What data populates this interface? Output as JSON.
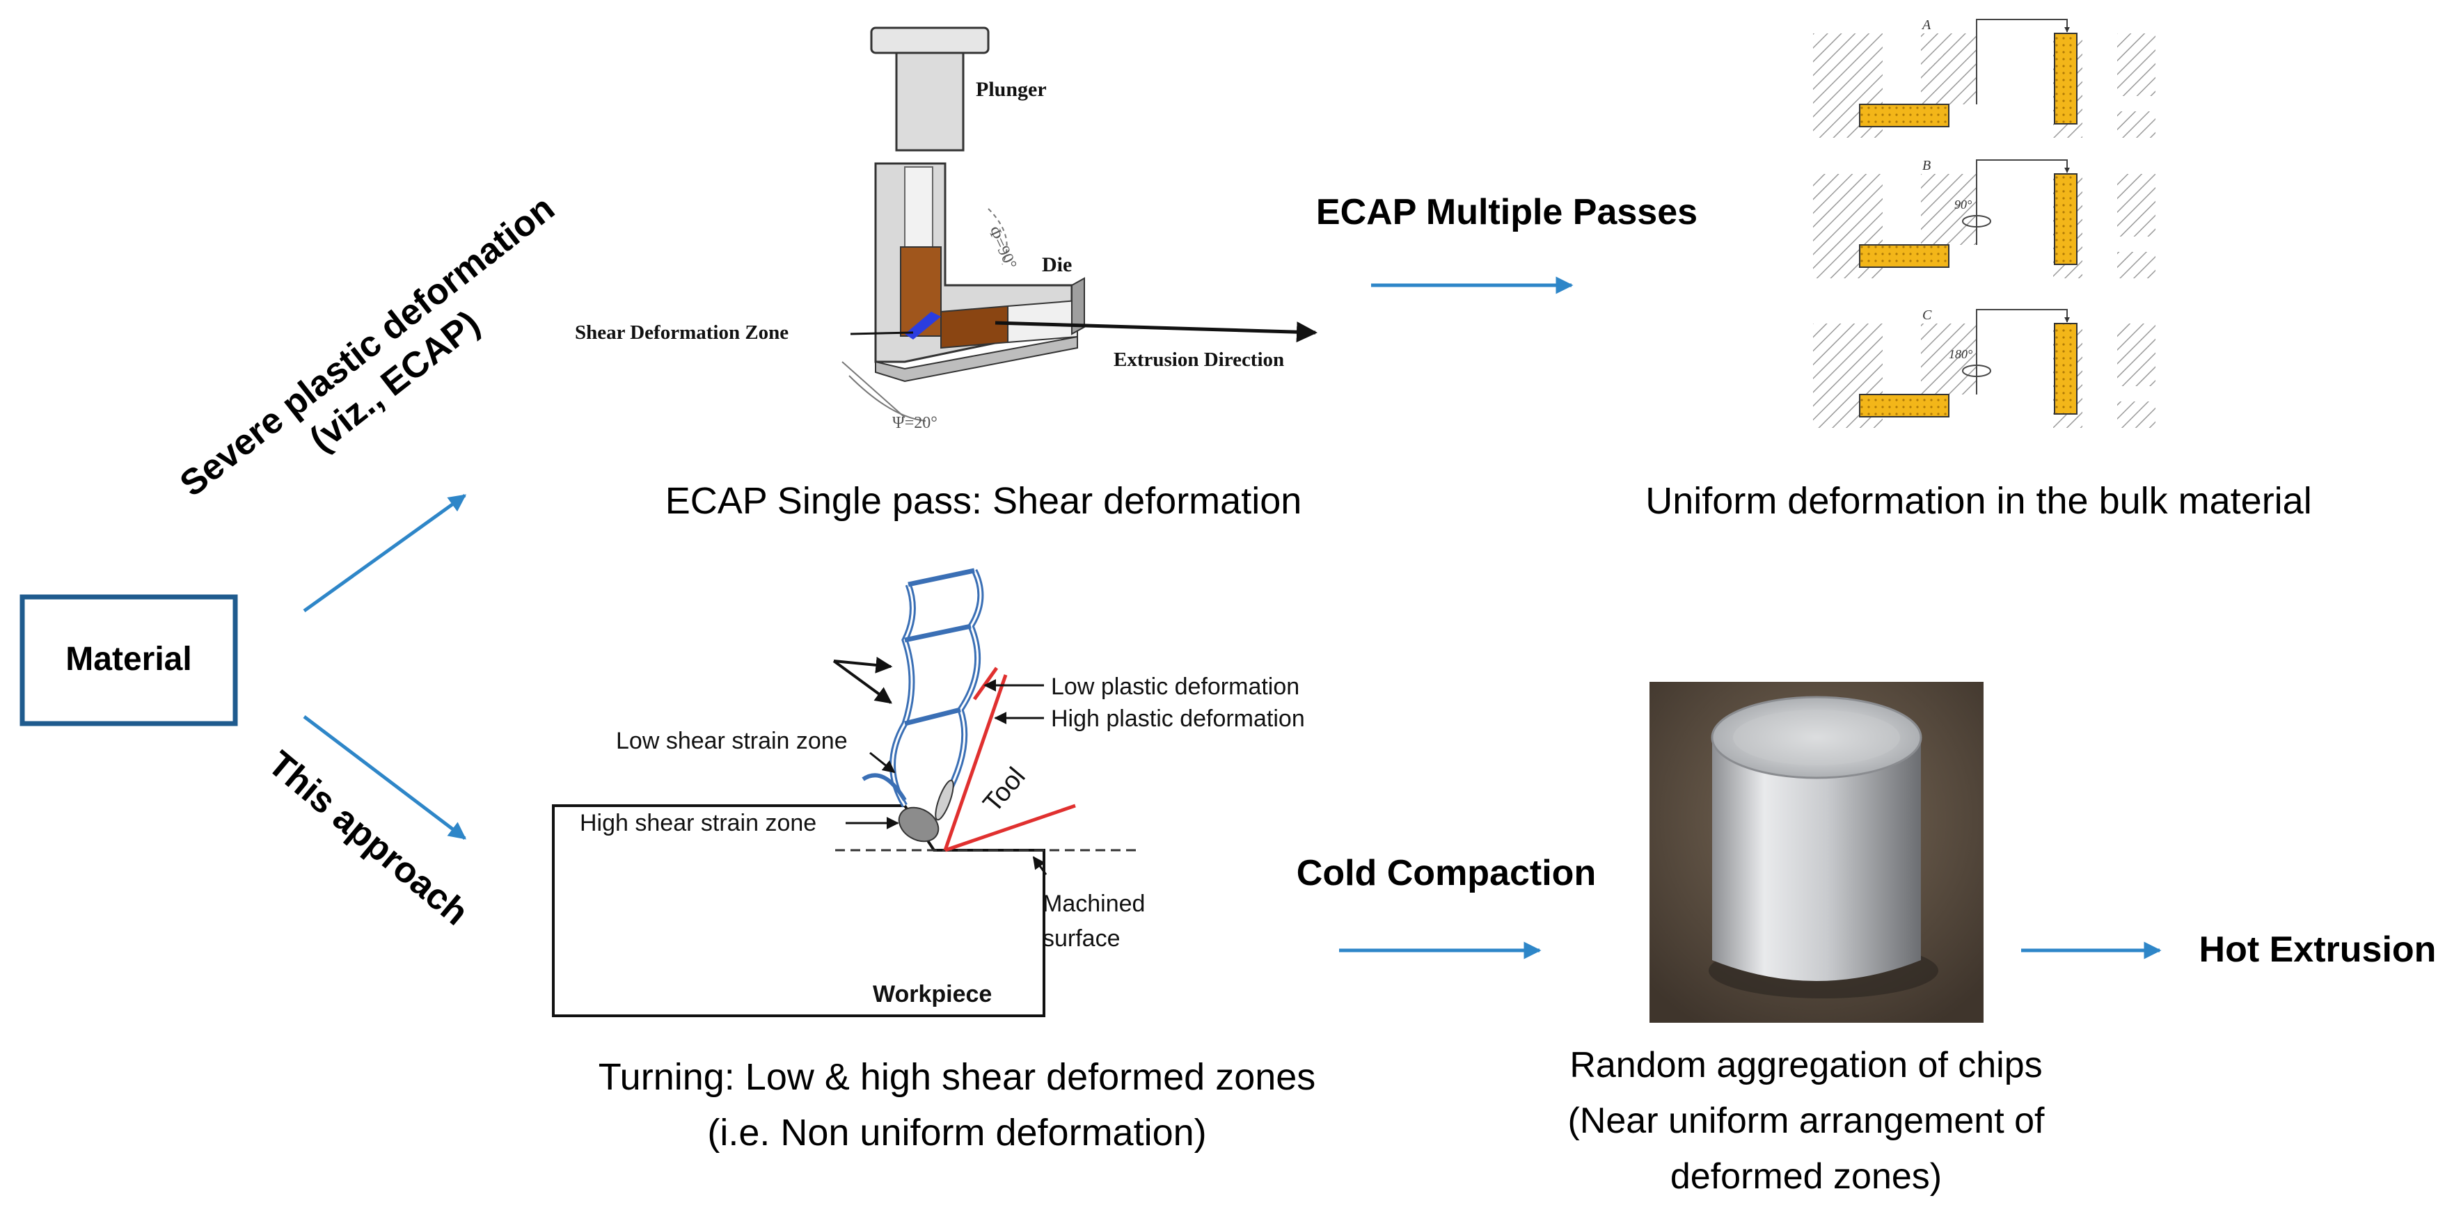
{
  "material_box": {
    "label": "Material"
  },
  "branches": {
    "top_line1": "Severe plastic deformation",
    "top_line2": "(viz., ECAP)",
    "bottom": "This approach"
  },
  "ecap_die": {
    "plunger": "Plunger",
    "die": "Die",
    "shear_zone": "Shear Deformation Zone",
    "extrusion_direction": "Extrusion Direction",
    "phi_angle": "Φ=90°",
    "psi_angle": "Ψ=20°",
    "caption": "ECAP Single pass: Shear deformation"
  },
  "ecap_passes": {
    "label": "ECAP Multiple Passes",
    "route_a": "A",
    "route_b": "B",
    "route_c": "C",
    "rot_b": "90°",
    "rot_c": "180°",
    "caption": "Uniform deformation in the bulk material"
  },
  "turning": {
    "low_plastic": "Low plastic deformation",
    "high_plastic": "High plastic deformation",
    "low_shear": "Low shear strain zone",
    "high_shear": "High shear strain zone",
    "tool": "Tool",
    "machined_line1": "Machined",
    "machined_line2": "surface",
    "workpiece": "Workpiece",
    "caption_line1": "Turning: Low & high shear deformed zones",
    "caption_line2": "(i.e. Non uniform deformation)"
  },
  "compaction": {
    "label": "Cold Compaction",
    "caption_line1": "Random aggregation of chips",
    "caption_line2": "(Near uniform arrangement of",
    "caption_line3": "deformed zones)"
  },
  "hot_extrusion": {
    "label": "Hot Extrusion"
  },
  "colors": {
    "arrow_blue": "#2e86c8",
    "box_blue": "#1f5b8e",
    "chip_blue": "#3a6fb5",
    "tool_red": "#e0302f",
    "billet_brown": "#a0561c",
    "pass_yellow": "#f3b619"
  }
}
